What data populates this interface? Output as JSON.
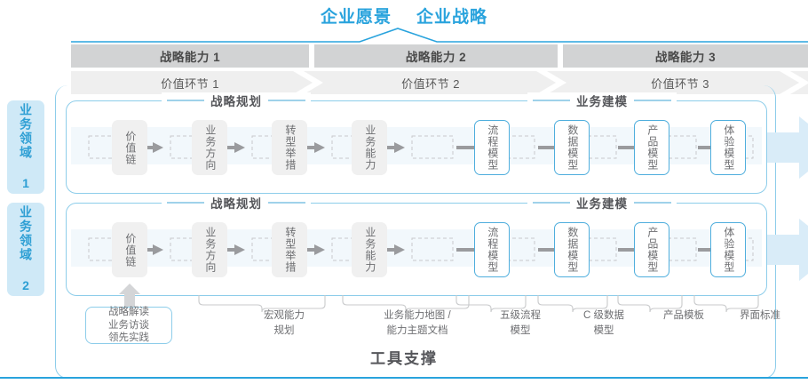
{
  "header": {
    "vision": "企业愿景",
    "strategy": "企业战略"
  },
  "capability_bar": {
    "items": [
      {
        "label": "战略能力 1"
      },
      {
        "label": "战略能力 2"
      },
      {
        "label": "战略能力 3"
      }
    ]
  },
  "value_chain_bar": {
    "items": [
      {
        "label": "价值环节 1"
      },
      {
        "label": "价值环节 2"
      },
      {
        "label": "价值环节 3"
      }
    ]
  },
  "domains": [
    {
      "tab_label": "业务领域 1"
    },
    {
      "tab_label": "业务领域 2"
    }
  ],
  "sections": {
    "strategy_planning": "战略规划",
    "business_modeling": "业务建模"
  },
  "nodes": {
    "strategy_planning": [
      {
        "label": "价值链",
        "style": "gray"
      },
      {
        "label": "业务方向",
        "style": "gray"
      },
      {
        "label": "转型举措",
        "style": "gray"
      },
      {
        "label": "业务能力",
        "style": "gray"
      }
    ],
    "business_modeling": [
      {
        "label": "流程模型",
        "style": "blue"
      },
      {
        "label": "数据模型",
        "style": "blue"
      },
      {
        "label": "产品模型",
        "style": "blue"
      },
      {
        "label": "体验模型",
        "style": "blue"
      }
    ]
  },
  "tool_support": {
    "title": "工具支撑",
    "callout": "战略解读\n业务访谈\n领先实践",
    "labels": [
      {
        "text": "宏观能力\n规划"
      },
      {
        "text": "业务能力地图 /\n能力主题文档"
      },
      {
        "text": "五级流程\n模型"
      },
      {
        "text": "C 级数据\n模型"
      },
      {
        "text": "产品模板"
      },
      {
        "text": "界面标准"
      }
    ]
  },
  "colors": {
    "accent_blue": "#29a3dd",
    "light_blue": "#8dcdea",
    "tab_blue": "#cfe9f7",
    "bar_gray": "#d2d3d4",
    "bar_light_gray": "#efefef",
    "node_gray": "#f0f0f0",
    "text_gray": "#6d6e71"
  }
}
